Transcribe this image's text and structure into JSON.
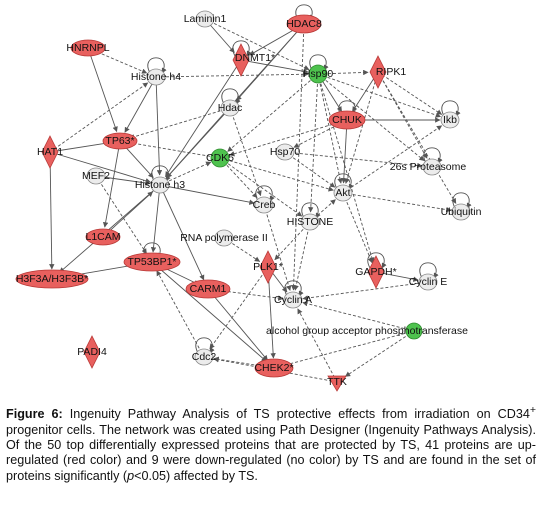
{
  "colors": {
    "up": "#e8605e",
    "down": "#4ec24e",
    "nochange": "#ececec",
    "edge": "#555555"
  },
  "nodes": {
    "laminin1": {
      "label": "Laminin1",
      "status": "nochange",
      "shape": "ellipse"
    },
    "hdac8": {
      "label": "HDAC8",
      "status": "up",
      "shape": "ellipse"
    },
    "hnrnpl": {
      "label": "HNRNPL",
      "status": "up",
      "shape": "ellipse"
    },
    "dnmt1": {
      "label": "DNMT1*",
      "status": "up",
      "shape": "diamond"
    },
    "hsp90": {
      "label": "Hsp90",
      "status": "down",
      "shape": "ellipse"
    },
    "ripk1": {
      "label": "RIPK1",
      "status": "up",
      "shape": "diamond"
    },
    "histoneh4": {
      "label": "Histone h4",
      "status": "nochange",
      "shape": "ellipse"
    },
    "hdac": {
      "label": "Hdac",
      "status": "nochange",
      "shape": "ellipse"
    },
    "chuk": {
      "label": "CHUK",
      "status": "up",
      "shape": "ellipse"
    },
    "ikb": {
      "label": "Ikb",
      "status": "nochange",
      "shape": "ellipse"
    },
    "tp63": {
      "label": "TP63*",
      "status": "up",
      "shape": "ellipse"
    },
    "hat1": {
      "label": "HAT1",
      "status": "up",
      "shape": "diamond"
    },
    "hsp70": {
      "label": "Hsp70",
      "status": "nochange",
      "shape": "ellipse"
    },
    "cdk5": {
      "label": "CDK5",
      "status": "down",
      "shape": "ellipse"
    },
    "proteasome": {
      "label": "26s Proteasome",
      "status": "nochange",
      "shape": "ellipse"
    },
    "mef2": {
      "label": "MEF2",
      "status": "nochange",
      "shape": "ellipse"
    },
    "histoneh3": {
      "label": "Histone h3",
      "status": "nochange",
      "shape": "ellipse"
    },
    "akt": {
      "label": "Akt",
      "status": "nochange",
      "shape": "ellipse"
    },
    "creb": {
      "label": "Creb",
      "status": "nochange",
      "shape": "ellipse"
    },
    "ubiquitin": {
      "label": "Ubiquitin",
      "status": "nochange",
      "shape": "ellipse"
    },
    "histone": {
      "label": "HISTONE",
      "status": "nochange",
      "shape": "ellipse"
    },
    "l1cam": {
      "label": "L1CAM",
      "status": "up",
      "shape": "ellipse"
    },
    "rnapol": {
      "label": "RNA polymerase II",
      "status": "nochange",
      "shape": "ellipse"
    },
    "tp53bp1": {
      "label": "TP53BP1*",
      "status": "up",
      "shape": "ellipse"
    },
    "plk1": {
      "label": "PLK1*",
      "status": "up",
      "shape": "diamond"
    },
    "gapdh": {
      "label": "GAPDH*",
      "status": "up",
      "shape": "diamond"
    },
    "h3f3a": {
      "label": "H3F3A/H3F3B*",
      "status": "up",
      "shape": "ellipse"
    },
    "carm1": {
      "label": "CARM1",
      "status": "up",
      "shape": "ellipse"
    },
    "cycline": {
      "label": "Cyclin E",
      "status": "nochange",
      "shape": "ellipse"
    },
    "cyclina": {
      "label": "Cyclin A",
      "status": "nochange",
      "shape": "ellipse"
    },
    "alcohol": {
      "label": "alcohol group acceptor phosphotransferase",
      "status": "down",
      "shape": "ellipse"
    },
    "padi4": {
      "label": "PADI4",
      "status": "up",
      "shape": "diamond"
    },
    "cdc2": {
      "label": "Cdc2",
      "status": "nochange",
      "shape": "ellipse"
    },
    "chek2": {
      "label": "CHEK2*",
      "status": "up",
      "shape": "ellipse"
    },
    "ttk": {
      "label": "TTK",
      "status": "up",
      "shape": "triangle"
    }
  },
  "edges": [
    [
      "hnrnpl",
      "histoneh4",
      "d"
    ],
    [
      "hnrnpl",
      "tp63",
      "s"
    ],
    [
      "laminin1",
      "hsp90",
      "d"
    ],
    [
      "laminin1",
      "dnmt1",
      "s"
    ],
    [
      "hdac8",
      "histoneh3",
      "s"
    ],
    [
      "hdac8",
      "dnmt1",
      "s"
    ],
    [
      "hdac8",
      "hdac",
      "s"
    ],
    [
      "dnmt1",
      "histoneh3",
      "s"
    ],
    [
      "dnmt1",
      "hsp90",
      "s"
    ],
    [
      "histoneh4",
      "histoneh3",
      "s"
    ],
    [
      "histoneh4",
      "hsp90",
      "d"
    ],
    [
      "histoneh4",
      "tp63",
      "s"
    ],
    [
      "hsp90",
      "ripk1",
      "d"
    ],
    [
      "hsp90",
      "chuk",
      "s"
    ],
    [
      "hsp90",
      "akt",
      "d"
    ],
    [
      "hsp90",
      "cdk5",
      "d"
    ],
    [
      "hsp90",
      "ikb",
      "d"
    ],
    [
      "hsp90",
      "histone",
      "d"
    ],
    [
      "hsp90",
      "proteasome",
      "d"
    ],
    [
      "hsp90",
      "gapdh",
      "d"
    ],
    [
      "ripk1",
      "chuk",
      "s"
    ],
    [
      "ripk1",
      "ikb",
      "d"
    ],
    [
      "ripk1",
      "akt",
      "d"
    ],
    [
      "ripk1",
      "proteasome",
      "d"
    ],
    [
      "ripk1",
      "ubiquitin",
      "d"
    ],
    [
      "chuk",
      "ikb",
      "s"
    ],
    [
      "chuk",
      "akt",
      "s"
    ],
    [
      "chuk",
      "hsp70",
      "d"
    ],
    [
      "chuk",
      "cdk5",
      "d"
    ],
    [
      "hdac",
      "histoneh3",
      "s"
    ],
    [
      "hdac",
      "tp63",
      "d"
    ],
    [
      "hdac",
      "creb",
      "d"
    ],
    [
      "tp63",
      "histoneh3",
      "s"
    ],
    [
      "tp63",
      "l1cam",
      "s"
    ],
    [
      "hat1",
      "histoneh3",
      "s"
    ],
    [
      "hat1",
      "h3f3a",
      "s"
    ],
    [
      "hat1",
      "histoneh4",
      "d"
    ],
    [
      "hat1",
      "tp63",
      "s"
    ],
    [
      "mef2",
      "histoneh3",
      "s"
    ],
    [
      "mef2",
      "tp53bp1",
      "d"
    ],
    [
      "histoneh3",
      "creb",
      "s"
    ],
    [
      "histoneh3",
      "carm1",
      "s"
    ],
    [
      "histoneh3",
      "tp53bp1",
      "s"
    ],
    [
      "histoneh3",
      "cdk5",
      "d"
    ],
    [
      "histoneh3",
      "h3f3a",
      "s"
    ],
    [
      "cdk5",
      "akt",
      "d"
    ],
    [
      "cdk5",
      "creb",
      "d"
    ],
    [
      "cdk5",
      "histone",
      "d"
    ],
    [
      "hsp70",
      "akt",
      "d"
    ],
    [
      "hsp70",
      "proteasome",
      "d"
    ],
    [
      "akt",
      "ikb",
      "d"
    ],
    [
      "akt",
      "ubiquitin",
      "d"
    ],
    [
      "akt",
      "gapdh",
      "d"
    ],
    [
      "creb",
      "cyclina",
      "d"
    ],
    [
      "histone",
      "plk1",
      "d"
    ],
    [
      "histone",
      "cyclina",
      "d"
    ],
    [
      "rnapol",
      "plk1",
      "d"
    ],
    [
      "tp53bp1",
      "carm1",
      "s"
    ],
    [
      "tp53bp1",
      "chek2",
      "s"
    ],
    [
      "tp53bp1",
      "h3f3a",
      "s"
    ],
    [
      "plk1",
      "cyclina",
      "s"
    ],
    [
      "plk1",
      "chek2",
      "s"
    ],
    [
      "plk1",
      "cdc2",
      "d"
    ],
    [
      "gapdh",
      "cycline",
      "s"
    ],
    [
      "carm1",
      "cyclina",
      "d"
    ],
    [
      "carm1",
      "chek2",
      "s"
    ],
    [
      "cycline",
      "cyclina",
      "d"
    ],
    [
      "alcohol",
      "cyclina",
      "d"
    ],
    [
      "alcohol",
      "chek2",
      "d"
    ],
    [
      "alcohol",
      "ttk",
      "d"
    ],
    [
      "ttk",
      "cdc2",
      "d"
    ],
    [
      "ttk",
      "cyclina",
      "d"
    ],
    [
      "chek2",
      "cdc2",
      "d"
    ],
    [
      "cdc2",
      "tp53bp1",
      "d"
    ],
    [
      "l1cam",
      "histoneh3",
      "s"
    ],
    [
      "cdk5",
      "tp63",
      "d"
    ],
    [
      "hdac8",
      "cyclina",
      "d"
    ],
    [
      "histone",
      "akt",
      "d"
    ]
  ],
  "self_loops": [
    "hdac8",
    "dnmt1",
    "hsp90",
    "histoneh4",
    "hdac",
    "chuk",
    "ikb",
    "histoneh3",
    "akt",
    "creb",
    "ubiquitin",
    "histone",
    "tp53bp1",
    "gapdh",
    "cycline",
    "cyclina",
    "cdc2",
    "proteasome"
  ],
  "caption": {
    "figure_label": "Figure 6:",
    "text_1": " Ingenuity Pathway Analysis of TS protective effects from irradiation on CD34",
    "superscript": "+",
    "text_2": " progenitor cells. The network was created using Path Designer (Ingenuity Pathways Analysis). Of the 50 top differentially expressed proteins that are protected by TS, 41 proteins are up-regulated (red color) and 9 were down-regulated (no color) by TS and are found in the set of proteins significantly (",
    "p_symbol": "p",
    "text_3": "<0.05) affected by TS."
  }
}
